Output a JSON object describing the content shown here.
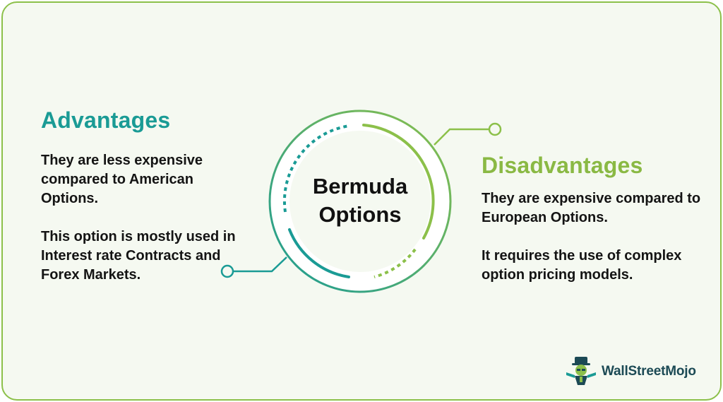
{
  "center": {
    "line1": "Bermuda",
    "line2": "Options"
  },
  "advantages": {
    "title": "Advantages",
    "points": [
      "They are less expensive compared to American Options.",
      "This option is mostly used in Interest rate Contracts and Forex Markets."
    ]
  },
  "disadvantages": {
    "title": "Disadvantages",
    "points": [
      "They are expensive compared to European Options.",
      "It requires the use of complex option pricing models."
    ]
  },
  "logo": {
    "text": "WallStreetMojo"
  },
  "colors": {
    "teal": "#1a9b95",
    "green": "#8cc04a",
    "background": "#f5f9f1"
  }
}
